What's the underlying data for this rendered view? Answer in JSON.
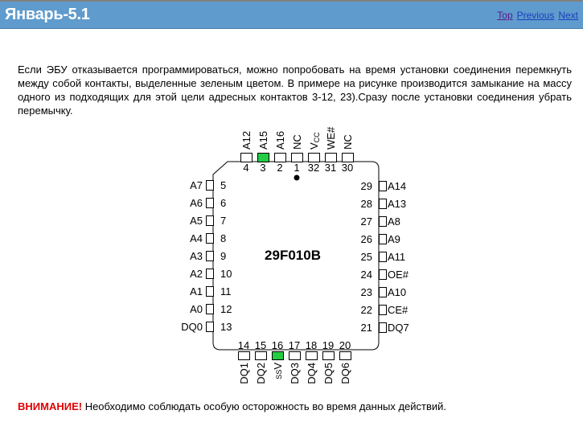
{
  "header": {
    "title": "Январь-5.1",
    "nav": [
      "Top",
      "Previous",
      "Next"
    ]
  },
  "body_text": "Если ЭБУ отказывается программироваться, можно попробовать на время установки соединения перемкнуть между собой контакты, выделенные зеленым цветом. В примере на рисунке производится замыкание на массу одного из подходящих для этой цели адресных контактов 3-12, 23).Сразу после установки соединения убрать перемычку.",
  "chip": {
    "name": "29F010B",
    "highlight_color": "#22cc44",
    "top_pins": [
      {
        "num": "4",
        "label": "A12"
      },
      {
        "num": "3",
        "label": "A15",
        "green": true
      },
      {
        "num": "2",
        "label": "A16"
      },
      {
        "num": "1",
        "label": "NC"
      },
      {
        "num": "32",
        "label": "V",
        "sub": "CC"
      },
      {
        "num": "31",
        "label": "WE#"
      },
      {
        "num": "30",
        "label": "NC"
      }
    ],
    "left_pins": [
      {
        "num": "5",
        "label": "A7"
      },
      {
        "num": "6",
        "label": "A6"
      },
      {
        "num": "7",
        "label": "A5"
      },
      {
        "num": "8",
        "label": "A4"
      },
      {
        "num": "9",
        "label": "A3"
      },
      {
        "num": "10",
        "label": "A2"
      },
      {
        "num": "11",
        "label": "A1"
      },
      {
        "num": "12",
        "label": "A0"
      },
      {
        "num": "13",
        "label": "DQ0"
      }
    ],
    "right_pins": [
      {
        "num": "29",
        "label": "A14"
      },
      {
        "num": "28",
        "label": "A13"
      },
      {
        "num": "27",
        "label": "A8"
      },
      {
        "num": "26",
        "label": "A9"
      },
      {
        "num": "25",
        "label": "A11"
      },
      {
        "num": "24",
        "label": "OE#"
      },
      {
        "num": "23",
        "label": "A10"
      },
      {
        "num": "22",
        "label": "CE#"
      },
      {
        "num": "21",
        "label": "DQ7"
      }
    ],
    "bottom_pins": [
      {
        "num": "14",
        "label": "DQ1"
      },
      {
        "num": "15",
        "label": "DQ2"
      },
      {
        "num": "16",
        "label": "V",
        "sub": "SS",
        "green": true
      },
      {
        "num": "17",
        "label": "DQ3"
      },
      {
        "num": "18",
        "label": "DQ4"
      },
      {
        "num": "19",
        "label": "DQ5"
      },
      {
        "num": "20",
        "label": "DQ6"
      }
    ]
  },
  "warning": {
    "label": "ВНИМАНИЕ!",
    "text": " Необходимо соблюдать особую осторожность во время данных действий."
  }
}
